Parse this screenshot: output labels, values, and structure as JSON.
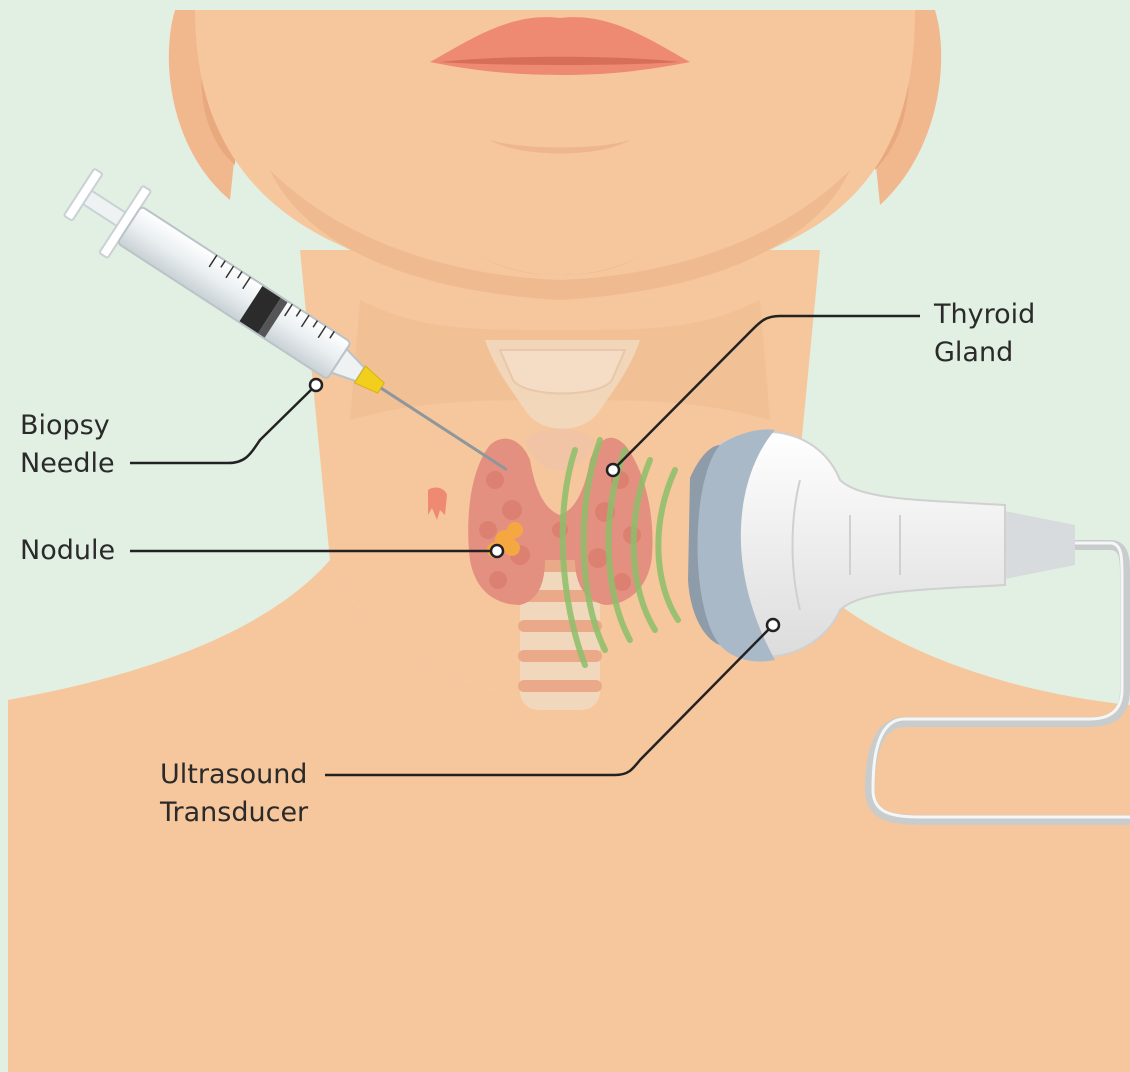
{
  "labels": {
    "biopsy_needle": {
      "line1": "Biopsy",
      "line2": "Needle"
    },
    "nodule": {
      "line1": "Nodule"
    },
    "thyroid_gland": {
      "line1": "Thyroid",
      "line2": "Gland"
    },
    "ultrasound_transducer": {
      "line1": "Ultrasound",
      "line2": "Transducer"
    }
  },
  "colors": {
    "background": "#e2efe3",
    "skin": "#f6c69c",
    "skin_shadow": "#eab489",
    "lips": "#ef8a72",
    "thyroid": "#e49080",
    "nodule": "#f5a742",
    "cartilage": "#f1d9c0",
    "ultrasound_waves": "#8cc06a",
    "needle_hub": "#f2cf1c",
    "probe": "#f3f3f3",
    "probe_face": "#a9b9c7",
    "leader_line": "#222222"
  }
}
